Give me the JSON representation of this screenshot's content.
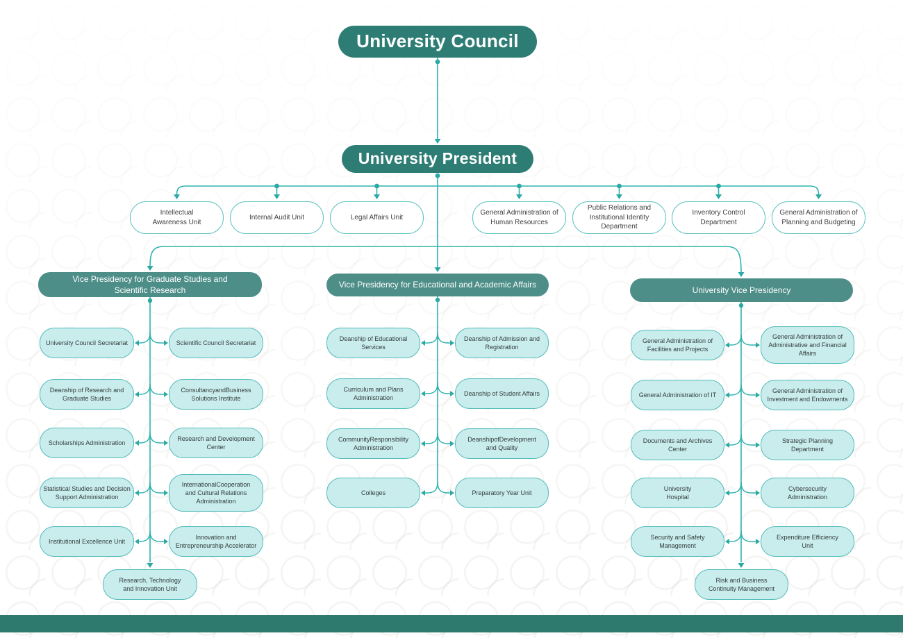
{
  "root": {
    "council": "University Council",
    "president": "University President"
  },
  "staff_units": [
    "Intellectual\nAwareness Unit",
    "Internal Audit Unit",
    "Legal Affairs Unit",
    "General Administration of\nHuman Resources",
    "Public Relations and\nInstitutional Identity\nDepartment",
    "Inventory Control\nDepartment",
    "General Administration of\nPlanning and Budgeting"
  ],
  "branches": [
    {
      "header": "Vice Presidency for Graduate Studies and\nScientific Research",
      "left_column": [
        "University Council Secretariat",
        "Deanship of Research and\nGraduate Studies",
        "Scholarships Administration",
        "Statistical Studies and Decision\nSupport Administration",
        "Institutional Excellence Unit"
      ],
      "right_column": [
        "Scientific Council Secretariat",
        "ConsultancyandBusiness\nSolutions Institute",
        "Research and Development\nCenter",
        "InternationalCooperation\nand Cultural Relations\nAdministration",
        "Innovation and\nEntrepreneurship Accelerator"
      ],
      "bottom": "Research, Technology\nand Innovation Unit"
    },
    {
      "header": "Vice Presidency for Educational and Academic Affairs",
      "left_column": [
        "Deanship of Educational\nServices",
        "Curriculum and Plans\nAdministration",
        "CommunityResponsibility\nAdministration",
        "Colleges"
      ],
      "right_column": [
        "Deanship of Admission and\nRegistration",
        "Deanship of Student Affairs",
        "DeanshipofDevelopment\nand Quality",
        "Preparatory Year Unit"
      ]
    },
    {
      "header": "University Vice Presidency",
      "left_column": [
        "General Administration of\nFacilities and Projects",
        "General Administration of IT",
        "Documents and Archives\nCenter",
        "University\nHospital",
        "Security and Safety\nManagement"
      ],
      "right_column": [
        "General Administration of\nAdministrative and Financial\nAffairs",
        "General Administration of\nInvestment and Endowments",
        "Strategic Planning\nDepartment",
        "Cybersecurity\nAdministration",
        "Expenditure Efficiency\nUnit"
      ],
      "bottom": "Risk and Business\nContinuity Management"
    }
  ],
  "colors": {
    "primary_dark": "#2e7d75",
    "primary_medium": "#4e8e88",
    "connector": "#2eb3ae",
    "arrow": "#2aa9a5",
    "child_fill": "#c9eced",
    "child_border": "#52bcb9",
    "staff_border": "#5ec4c0",
    "bottom_bar": "#2f7a6e"
  }
}
